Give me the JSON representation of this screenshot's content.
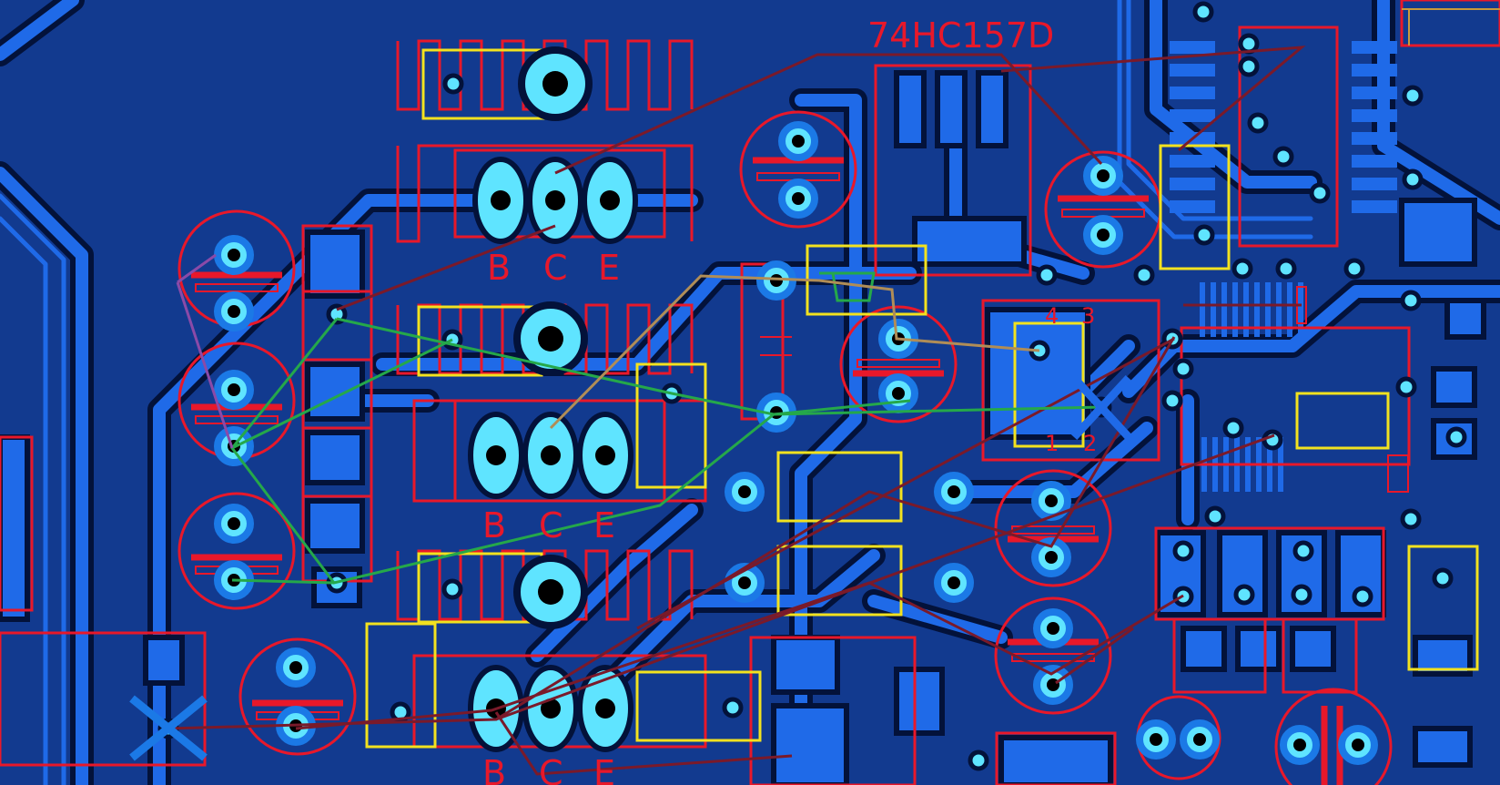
{
  "board": {
    "colors": {
      "background": "#123a8f",
      "copper": "#1f6ae8",
      "clearance": "#03123a",
      "pad_outer": "#1b79e6",
      "drill": "#5fe4ff",
      "hole": "#000000",
      "silkscreen": "#e8182a",
      "courtyard": "#f2e21f",
      "ratsnest": "#7a1a2a",
      "ratsnest_green": "#25a84a",
      "ratsnest_tan": "#b08d57",
      "ratsnest_purple": "#8a4aa8"
    },
    "labels": {
      "ic": "74HC157D",
      "q1_b": "B",
      "q1_c": "C",
      "q1_e": "E",
      "q2_b": "B",
      "q2_c": "C",
      "q2_e": "E",
      "q3_b": "B",
      "q3_c": "C",
      "q3_e": "E",
      "pin4": "4",
      "pin3": "3",
      "pin1": "1",
      "pin2": "2"
    }
  }
}
